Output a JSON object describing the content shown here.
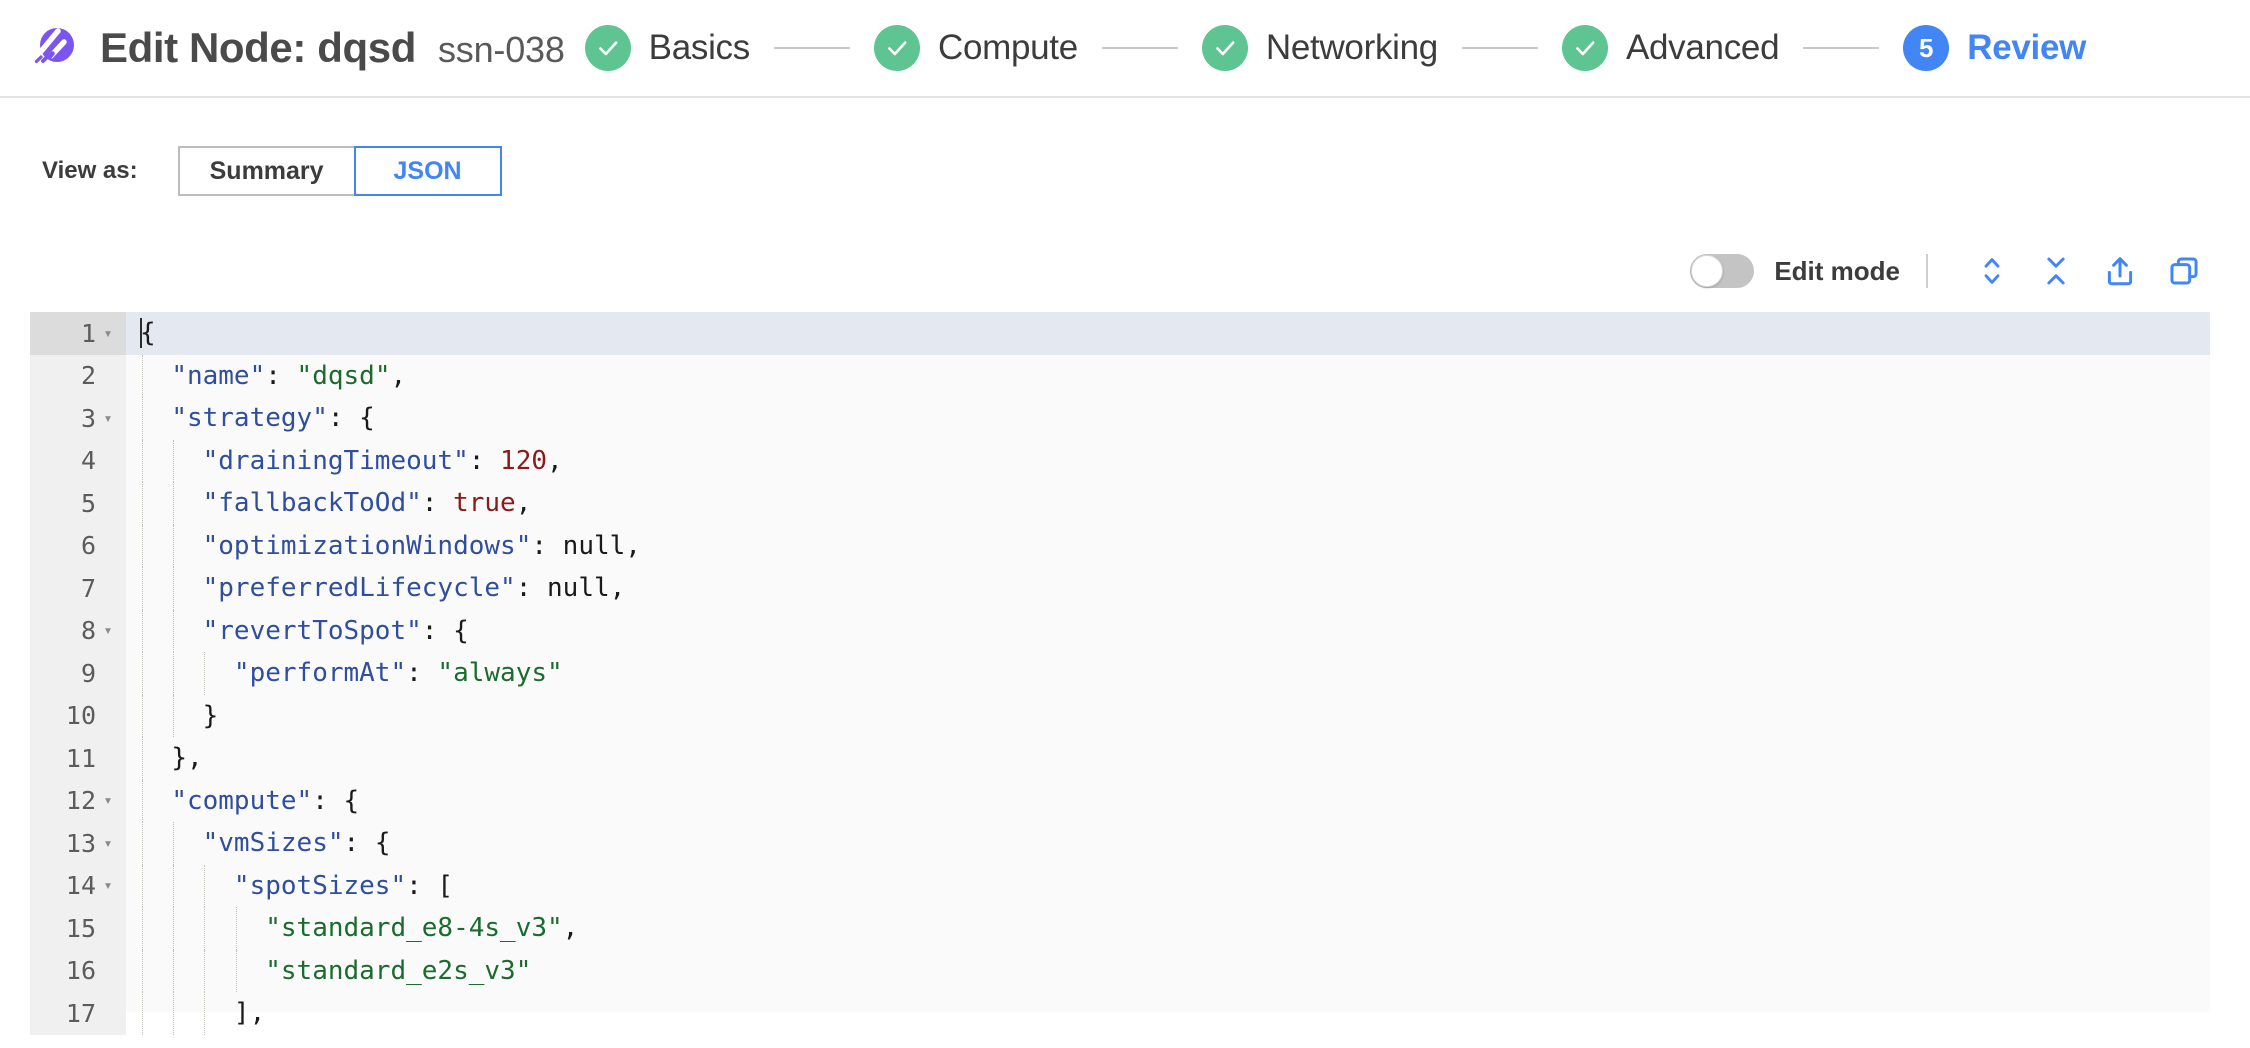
{
  "header": {
    "logo_icon": "spot-logo-icon",
    "title": "Edit Node: dqsd",
    "subtitle": "ssn-038",
    "steps": [
      {
        "label": "Basics",
        "state": "done",
        "badge": "check-icon"
      },
      {
        "label": "Compute",
        "state": "done",
        "badge": "check-icon"
      },
      {
        "label": "Networking",
        "state": "done",
        "badge": "check-icon"
      },
      {
        "label": "Advanced",
        "state": "done",
        "badge": "check-icon"
      },
      {
        "label": "Review",
        "state": "current",
        "badge": "5"
      }
    ]
  },
  "view_as": {
    "label": "View as:",
    "options": [
      "Summary",
      "JSON"
    ],
    "selected": "JSON"
  },
  "editor_toolbar": {
    "edit_mode_label": "Edit mode",
    "edit_mode_on": false,
    "icons": [
      {
        "name": "expand-all-icon",
        "title": "Expand all"
      },
      {
        "name": "collapse-all-icon",
        "title": "Collapse all"
      },
      {
        "name": "export-icon",
        "title": "Export"
      },
      {
        "name": "copy-icon",
        "title": "Copy"
      }
    ]
  },
  "colors": {
    "accent_blue": "#4285f4",
    "success_green": "#5ec592",
    "brand_purple": "#7b55f0",
    "active_line": "#e4e8f1",
    "editor_bg": "#fafafa",
    "gutter_bg": "#f0f0f0"
  },
  "json_editor": {
    "active_line": 1,
    "lines": [
      {
        "n": 1,
        "fold": true,
        "indent": 0,
        "tokens": [
          {
            "t": "cursor"
          },
          {
            "t": "punc",
            "v": "{"
          }
        ]
      },
      {
        "n": 2,
        "fold": false,
        "indent": 1,
        "tokens": [
          {
            "t": "key",
            "v": "\"name\""
          },
          {
            "t": "punc",
            "v": ": "
          },
          {
            "t": "str",
            "v": "\"dqsd\""
          },
          {
            "t": "punc",
            "v": ","
          }
        ]
      },
      {
        "n": 3,
        "fold": true,
        "indent": 1,
        "tokens": [
          {
            "t": "key",
            "v": "\"strategy\""
          },
          {
            "t": "punc",
            "v": ": {"
          }
        ]
      },
      {
        "n": 4,
        "fold": false,
        "indent": 2,
        "tokens": [
          {
            "t": "key",
            "v": "\"drainingTimeout\""
          },
          {
            "t": "punc",
            "v": ": "
          },
          {
            "t": "num",
            "v": "120"
          },
          {
            "t": "punc",
            "v": ","
          }
        ]
      },
      {
        "n": 5,
        "fold": false,
        "indent": 2,
        "tokens": [
          {
            "t": "key",
            "v": "\"fallbackToOd\""
          },
          {
            "t": "punc",
            "v": ": "
          },
          {
            "t": "bool",
            "v": "true"
          },
          {
            "t": "punc",
            "v": ","
          }
        ]
      },
      {
        "n": 6,
        "fold": false,
        "indent": 2,
        "tokens": [
          {
            "t": "key",
            "v": "\"optimizationWindows\""
          },
          {
            "t": "punc",
            "v": ": "
          },
          {
            "t": "null",
            "v": "null"
          },
          {
            "t": "punc",
            "v": ","
          }
        ]
      },
      {
        "n": 7,
        "fold": false,
        "indent": 2,
        "tokens": [
          {
            "t": "key",
            "v": "\"preferredLifecycle\""
          },
          {
            "t": "punc",
            "v": ": "
          },
          {
            "t": "null",
            "v": "null"
          },
          {
            "t": "punc",
            "v": ","
          }
        ]
      },
      {
        "n": 8,
        "fold": true,
        "indent": 2,
        "tokens": [
          {
            "t": "key",
            "v": "\"revertToSpot\""
          },
          {
            "t": "punc",
            "v": ": {"
          }
        ]
      },
      {
        "n": 9,
        "fold": false,
        "indent": 3,
        "tokens": [
          {
            "t": "key",
            "v": "\"performAt\""
          },
          {
            "t": "punc",
            "v": ": "
          },
          {
            "t": "str",
            "v": "\"always\""
          }
        ]
      },
      {
        "n": 10,
        "fold": false,
        "indent": 2,
        "tokens": [
          {
            "t": "punc",
            "v": "}"
          }
        ]
      },
      {
        "n": 11,
        "fold": false,
        "indent": 1,
        "tokens": [
          {
            "t": "punc",
            "v": "},"
          }
        ]
      },
      {
        "n": 12,
        "fold": true,
        "indent": 1,
        "tokens": [
          {
            "t": "key",
            "v": "\"compute\""
          },
          {
            "t": "punc",
            "v": ": {"
          }
        ]
      },
      {
        "n": 13,
        "fold": true,
        "indent": 2,
        "tokens": [
          {
            "t": "key",
            "v": "\"vmSizes\""
          },
          {
            "t": "punc",
            "v": ": {"
          }
        ]
      },
      {
        "n": 14,
        "fold": true,
        "indent": 3,
        "tokens": [
          {
            "t": "key",
            "v": "\"spotSizes\""
          },
          {
            "t": "punc",
            "v": ": ["
          }
        ]
      },
      {
        "n": 15,
        "fold": false,
        "indent": 4,
        "tokens": [
          {
            "t": "str",
            "v": "\"standard_e8-4s_v3\""
          },
          {
            "t": "punc",
            "v": ","
          }
        ]
      },
      {
        "n": 16,
        "fold": false,
        "indent": 4,
        "tokens": [
          {
            "t": "str",
            "v": "\"standard_e2s_v3\""
          }
        ]
      },
      {
        "n": 17,
        "fold": false,
        "indent": 3,
        "tokens": [
          {
            "t": "punc",
            "v": "],"
          }
        ]
      }
    ]
  }
}
